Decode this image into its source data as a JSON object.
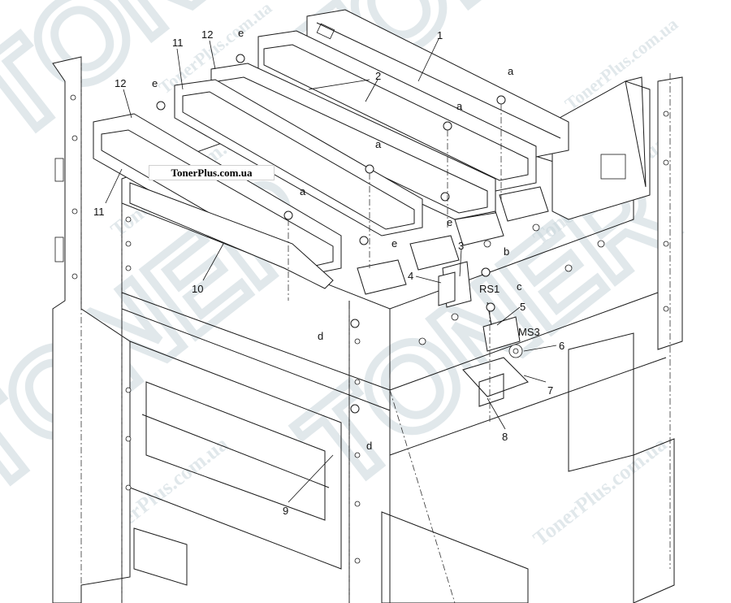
{
  "banner": {
    "text": "TonerPlus.com.ua"
  },
  "watermarks": {
    "site": "TonerPlus.com.ua",
    "brand_big": "TONER"
  },
  "callouts": {
    "c1": "1",
    "c2": "2",
    "c3": "3",
    "c4": "4",
    "c5": "5",
    "c6": "6",
    "c7": "7",
    "c8": "8",
    "c9": "9",
    "c10": "10",
    "c11a": "11",
    "c11b": "11",
    "c12a": "12",
    "c12b": "12",
    "a1": "a",
    "a2": "a",
    "a3": "a",
    "a4": "a",
    "b": "b",
    "c": "c",
    "d1": "d",
    "d2": "d",
    "e1": "e",
    "e2": "e",
    "e3": "e",
    "e4": "e",
    "rs1": "RS1",
    "ms3": "MS3"
  },
  "colors": {
    "line": "#1a1a1a",
    "watermark": "#c9d6dc",
    "background": "#ffffff"
  }
}
